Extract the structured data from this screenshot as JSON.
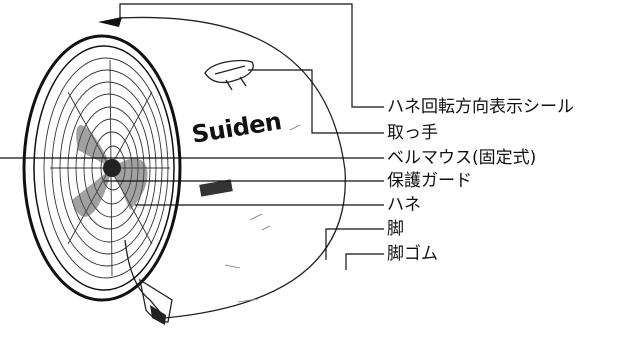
{
  "brand": "Suiden",
  "labels": [
    "ハネ回転方向表示シール",
    "取っ手",
    "ベルマウス(固定式)",
    "保護ガード",
    "ハネ",
    "脚",
    "脚ゴム"
  ],
  "colors": {
    "ink": "#111111",
    "paper": "#ffffff"
  }
}
